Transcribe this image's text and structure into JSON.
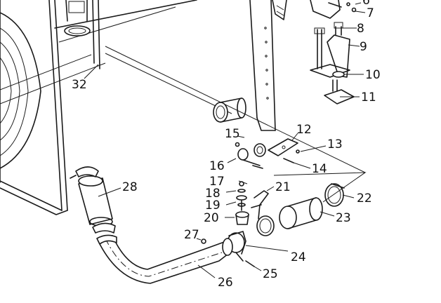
{
  "callouts": [
    {
      "id": "6",
      "label": "6"
    },
    {
      "id": "7",
      "label": "7"
    },
    {
      "id": "8",
      "label": "8"
    },
    {
      "id": "9",
      "label": "9"
    },
    {
      "id": "10",
      "label": "10"
    },
    {
      "id": "11",
      "label": "11"
    },
    {
      "id": "12",
      "label": "12"
    },
    {
      "id": "13",
      "label": "13"
    },
    {
      "id": "14",
      "label": "14"
    },
    {
      "id": "15",
      "label": "15"
    },
    {
      "id": "16",
      "label": "16"
    },
    {
      "id": "17",
      "label": "17"
    },
    {
      "id": "18",
      "label": "18"
    },
    {
      "id": "19",
      "label": "19"
    },
    {
      "id": "20",
      "label": "20"
    },
    {
      "id": "21",
      "label": "21"
    },
    {
      "id": "22",
      "label": "22"
    },
    {
      "id": "23",
      "label": "23"
    },
    {
      "id": "24",
      "label": "24"
    },
    {
      "id": "25",
      "label": "25"
    },
    {
      "id": "26",
      "label": "26"
    },
    {
      "id": "27",
      "label": "27"
    },
    {
      "id": "28",
      "label": "28"
    },
    {
      "id": "32",
      "label": "32"
    }
  ]
}
